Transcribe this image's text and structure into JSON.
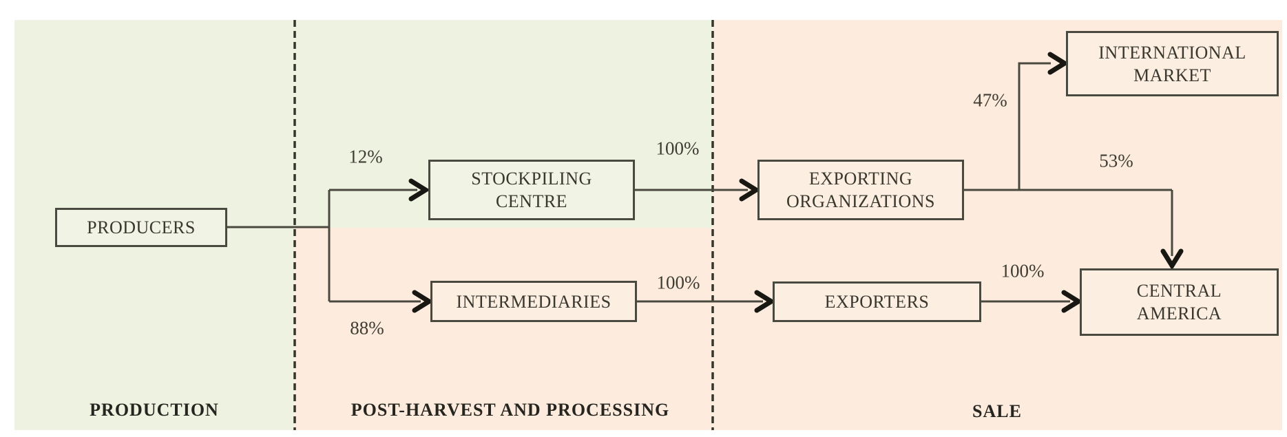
{
  "sections": {
    "production": {
      "label": "PRODUCTION"
    },
    "post_harvest": {
      "label": "POST-HARVEST AND PROCESSING"
    },
    "sale": {
      "label": "SALE"
    }
  },
  "nodes": {
    "producers": {
      "label": "PRODUCERS"
    },
    "stockpiling_centre": {
      "line1": "STOCKPILING",
      "line2": "CENTRE"
    },
    "intermediaries": {
      "label": "INTERMEDIARIES"
    },
    "exporting_organizations": {
      "line1": "EXPORTING",
      "line2": "ORGANIZATIONS"
    },
    "exporters": {
      "label": "EXPORTERS"
    },
    "international_market": {
      "line1": "INTERNATIONAL",
      "line2": "MARKET"
    },
    "central_america": {
      "line1": "CENTRAL",
      "line2": "AMERICA"
    }
  },
  "edges": {
    "producers_to_stockpiling_centre": {
      "from": "PRODUCERS",
      "to": "STOCKPILING CENTRE",
      "label": "12%"
    },
    "producers_to_intermediaries": {
      "from": "PRODUCERS",
      "to": "INTERMEDIARIES",
      "label": "88%"
    },
    "stockpiling_centre_to_exporting_organizations": {
      "from": "STOCKPILING CENTRE",
      "to": "EXPORTING ORGANIZATIONS",
      "label": "100%"
    },
    "intermediaries_to_exporters": {
      "from": "INTERMEDIARIES",
      "to": "EXPORTERS",
      "label": "100%"
    },
    "exporting_organizations_to_international_market": {
      "from": "EXPORTING ORGANIZATIONS",
      "to": "INTERNATIONAL MARKET",
      "label": "47%"
    },
    "exporting_organizations_to_central_america": {
      "from": "EXPORTING ORGANIZATIONS",
      "to": "CENTRAL AMERICA",
      "label": "53%"
    },
    "exporters_to_central_america": {
      "from": "EXPORTERS",
      "to": "CENTRAL AMERICA",
      "label": "100%"
    }
  },
  "colors": {
    "production_bg": "#eef2e1",
    "post_harvest_top_bg": "#eef2e1",
    "post_harvest_bottom_bg": "#fdecde",
    "sale_bg": "#fdecde",
    "green_box_fill": "#f1f4e4",
    "peach_box_fill": "#fdeee2",
    "box_border": "#4a4940",
    "connector_line": "#4a493f",
    "arrowhead": "#181712",
    "divider": "#35352e",
    "node_text": "#39372e",
    "label_text": "#3e3c33",
    "section_label_text": "#26251f",
    "page_bg": "#ffffff"
  }
}
